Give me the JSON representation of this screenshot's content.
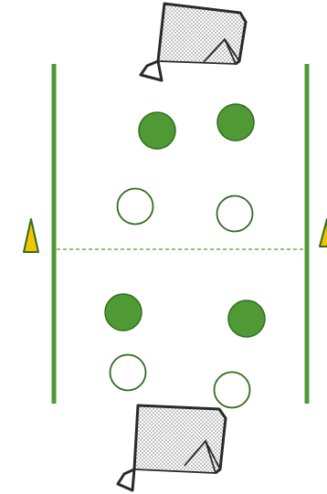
{
  "colors": {
    "sideline": "#4f9a37",
    "halfway_line": "#4f9a37",
    "filled_player": "#4f9a34",
    "player_outline": "#2f6e1f",
    "hollow_player_fill": "#ffffff",
    "cone_fill": "#f4c400",
    "cone_outline": "#2f6e1f",
    "goal_frame": "#2a2a2a",
    "goal_net": "#777777"
  },
  "pitch": {
    "sidelines": 2,
    "halfway_line_style": "dashed"
  },
  "cones": {
    "count": 2,
    "shape": "triangle"
  },
  "goals": {
    "count": 2,
    "style": "pop-up net goal"
  },
  "players": {
    "filled_count": 4,
    "hollow_count": 4
  }
}
